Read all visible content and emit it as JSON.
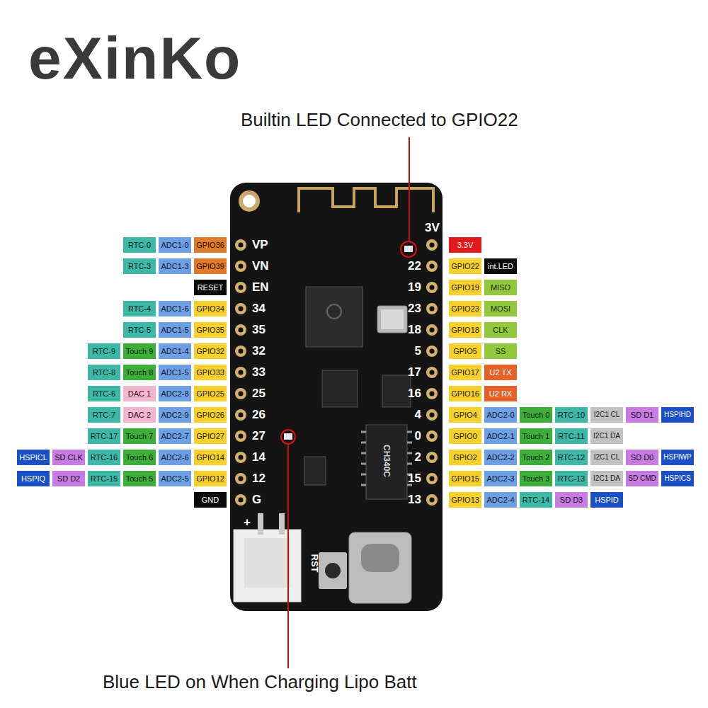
{
  "diagram": {
    "nodes": [
      {
        "text": [
          "RTC-0"
        ]
      },
      {
        "text": [
          "ADC1-0"
        ]
      },
      {
        "text": [
          "GPIO36"
        ]
      },
      {
        "text": [
          "RTC-3"
        ]
      },
      {
        "text": [
          "ADC1-3"
        ]
      },
      {
        "text": [
          "GPIO39"
        ]
      },
      {
        "text": [
          "RESET"
        ]
      },
      {
        "text": [
          "RTC-4"
        ]
      },
      {
        "text": [
          "ADC1-6"
        ]
      },
      {
        "text": [
          "GPIO34"
        ]
      },
      {
        "text": [
          "RTC-5"
        ]
      },
      {
        "text": [
          "ADC1-5"
        ]
      },
      {
        "text": [
          "GPIO35"
        ]
      },
      {
        "text": [
          "RTC-9"
        ]
      },
      {
        "text": [
          "Touch 9"
        ]
      },
      {
        "text": [
          "ADC1-4"
        ]
      },
      {
        "text": [
          "GPIO32"
        ]
      },
      {
        "text": [
          "RTC-8"
        ]
      },
      {
        "text": [
          "Touch 8"
        ]
      },
      {
        "text": [
          "ADC1-5"
        ]
      },
      {
        "text": [
          "GPIO33"
        ]
      },
      {
        "text": [
          "RTC-6"
        ]
      },
      {
        "text": [
          "DAC 1"
        ]
      },
      {
        "text": [
          "ADC2-8"
        ]
      },
      {
        "text": [
          "GPIO25"
        ]
      },
      {
        "text": [
          "RTC-7"
        ]
      },
      {
        "text": [
          "DAC 2"
        ]
      },
      {
        "text": [
          "ADC2-9"
        ]
      },
      {
        "text": [
          "GPIO26"
        ]
      },
      {
        "text": [
          "RTC-17"
        ]
      },
      {
        "text": [
          "Touch 7"
        ]
      },
      {
        "text": [
          "ADC2-7"
        ]
      },
      {
        "text": [
          "GPIO27"
        ]
      },
      {
        "text": [
          "HSPICL"
        ]
      },
      {
        "text": [
          "SD CLK"
        ]
      },
      {
        "text": [
          "RTC-16"
        ]
      },
      {
        "text": [
          "Touch 6"
        ]
      },
      {
        "text": [
          "ADC2-6"
        ]
      },
      {
        "text": [
          "GPIO14"
        ]
      },
      {
        "text": [
          "HSPIQ"
        ]
      },
      {
        "text": [
          "SD D2"
        ]
      },
      {
        "text": [
          "RTC-15"
        ]
      },
      {
        "text": [
          "Touch 5"
        ]
      },
      {
        "text": [
          "ADC2-5"
        ]
      },
      {
        "text": [
          "GPIO12"
        ]
      },
      {
        "text": [
          "GND"
        ]
      },
      {
        "text": [
          "3.3V"
        ]
      },
      {
        "text": [
          "GPIO22"
        ]
      },
      {
        "text": [
          "int.LED"
        ]
      },
      {
        "text": [
          "GPIO19"
        ]
      },
      {
        "text": [
          "MISO"
        ]
      },
      {
        "text": [
          "GPIO23"
        ]
      },
      {
        "text": [
          "MOSI"
        ]
      },
      {
        "text": [
          "GPIO18"
        ]
      },
      {
        "text": [
          "CLK"
        ]
      },
      {
        "text": [
          "GPIO5"
        ]
      },
      {
        "text": [
          "SS"
        ]
      },
      {
        "text": [
          "GPIO17"
        ]
      },
      {
        "text": [
          "U2 TX"
        ]
      },
      {
        "text": [
          "GPIO16"
        ]
      },
      {
        "text": [
          "U2 RX"
        ]
      },
      {
        "text": [
          "GPIO4"
        ]
      },
      {
        "text": [
          "ADC2-0"
        ]
      },
      {
        "text": [
          "Touch 0"
        ]
      },
      {
        "text": [
          "RTC-10"
        ]
      },
      {
        "text": [
          "I2C1 CL"
        ]
      },
      {
        "text": [
          "SD D1"
        ]
      },
      {
        "text": [
          "HSPIHD"
        ]
      },
      {
        "text": [
          "GPIO0"
        ]
      },
      {
        "text": [
          "ADC2-1"
        ]
      },
      {
        "text": [
          "Touch 1"
        ]
      },
      {
        "text": [
          "RTC-11"
        ]
      },
      {
        "text": [
          "I2C1 DA"
        ]
      },
      {
        "text": [
          "GPIO2"
        ]
      },
      {
        "text": [
          "ADC2-2"
        ]
      },
      {
        "text": [
          "Touch 2"
        ]
      },
      {
        "text": [
          "RTC-12"
        ]
      },
      {
        "text": [
          "I2C1 CL"
        ]
      },
      {
        "text": [
          "SD D0"
        ]
      },
      {
        "text": [
          "HSPIWP"
        ]
      },
      {
        "text": [
          "GPIO15"
        ]
      },
      {
        "text": [
          "ADC2-3"
        ]
      },
      {
        "text": [
          "Touch 3"
        ]
      },
      {
        "text": [
          "RTC-13"
        ]
      },
      {
        "text": [
          "I2C1 DA"
        ]
      },
      {
        "text": [
          "SD CMD"
        ]
      },
      {
        "text": [
          "HSPICS"
        ]
      },
      {
        "text": [
          "GPIO13"
        ]
      },
      {
        "text": [
          "ADC2-4"
        ]
      },
      {
        "text": [
          "RTC-14"
        ]
      },
      {
        "text": [
          "SD D3"
        ]
      },
      {
        "text": [
          "HSPID"
        ]
      }
    ],
    "labels": [
      "eXinKo",
      "Builtin LED Connected to GPIO22",
      "VP",
      "VN",
      "EN",
      "34",
      "35",
      "32",
      "33",
      "25",
      "26",
      "27",
      "14",
      "12",
      "G",
      "3V",
      "22",
      "19",
      "23",
      "18",
      "5",
      "17",
      "16",
      "4",
      "0",
      "2",
      "15",
      "13",
      "CH340C",
      "RST",
      "+",
      "Blue LED on When Charging Lipo Batt"
    ]
  }
}
